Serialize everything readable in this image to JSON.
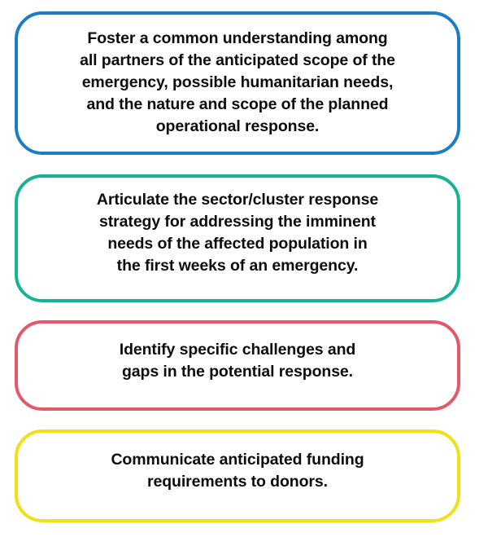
{
  "page": {
    "kind": "objectives-callout-graphic",
    "background_color": "#FFFFFF",
    "text_color": "#0D0D0D"
  },
  "cards": [
    {
      "id": "card-1",
      "order": "1",
      "accent_color": "#1C7DC4",
      "accent_name": "blue",
      "text": "Foster a common understanding among\nall partners of the anticipated scope of the\nemergency, possible humanitarian needs,\nand the nature and scope of the planned\noperational response.",
      "text_flat": "Foster a common understanding among all partners of the anticipated scope of the emergency, possible humanitarian needs, and the nature and scope of the planned operational response.",
      "line_count": "5"
    },
    {
      "id": "card-2",
      "order": "2",
      "accent_color": "#16B294",
      "accent_name": "teal",
      "text": "Articulate the sector/cluster response\nstrategy for addressing the imminent\nneeds of the affected population in\nthe first weeks of an emergency.",
      "text_flat": "Articulate the sector/cluster response strategy for addressing the imminent needs of the affected population in the first weeks of an emergency.",
      "line_count": "4"
    },
    {
      "id": "card-3",
      "order": "3",
      "accent_color": "#E4596A",
      "accent_name": "red",
      "text": "Identify specific challenges and\ngaps in the potential response.",
      "text_flat": "Identify specific challenges and gaps in the potential response.",
      "line_count": "2"
    },
    {
      "id": "card-4",
      "order": "4",
      "accent_color": "#F0E014",
      "accent_name": "yellow",
      "text": "Communicate anticipated funding\nrequirements to donors.",
      "text_flat": "Communicate anticipated funding requirements to donors.",
      "line_count": "2"
    }
  ]
}
